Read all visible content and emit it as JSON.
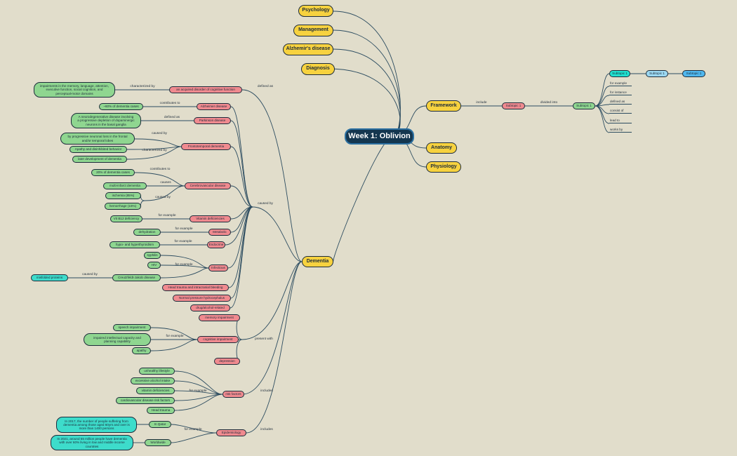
{
  "root": {
    "label": "Week 1: Oblivion"
  },
  "branches": {
    "psychology": "Psychology",
    "management": "Management",
    "alzheimers": "Alzhemir's disease",
    "diagnosis": "Diagnosis",
    "framework": "Framework",
    "anatomy": "Anatomy",
    "physiology": "Physiology",
    "dementia": "Dementia"
  },
  "framework": {
    "link_include": "include",
    "subtopic_a": "Subtopic 1",
    "link_divided": "divided into",
    "subtopic_b": "Subtopic 1",
    "subtopic_c": "Subtopic 1",
    "subtopic_d": "Subtopic 1",
    "subtopic_e": "Subtopic 1",
    "relations": [
      "for example",
      "for instance",
      "defined as",
      "consist of",
      "lead to",
      "works by"
    ]
  },
  "dementia": {
    "link_defined_as": "defined as",
    "definition": "an acquired disorder of cognitive function",
    "link_characterized_by": "characterized by",
    "impairments": "impairments in the memory, language, attention, executive function, social cognition, and perceptual-motor domains",
    "link_caused_by": "caused by",
    "causes": {
      "alzheimer": "Alzheimer disease",
      "alz_link": "contributes to",
      "alz_pct": "~60% of dementia cases",
      "parkinson": "Parkinson disease",
      "park_link": "defined as",
      "park_def": "A neurodegenerative disease involving a progressive depletion of dopaminergic neurons in the basal ganglia",
      "frontotemporal": "Frontotemporal dementia",
      "ft_link_caused": "caused by",
      "ft_cause": "by progressive neuronal loss in the frontal and/or temporal lobes",
      "ft_link_char": "characterized by",
      "ft_apathy": "Apathy and disinhibited behavior",
      "ft_late": "later development of dementia",
      "cerebrovascular": "Cerebrovascular disease",
      "cv_link_contrib": "contributes to",
      "cv_pct": "20% of dementia cases",
      "cv_link_causes": "causes",
      "cv_multi": "multi-infarct dementia",
      "cv_link_caused": "caused by",
      "cv_ischemia": "ischemia (85%)",
      "cv_hemorrhage": "hemorrhage (15%)",
      "vitamin": "Vitamin deficiencies",
      "vit_link": "for example",
      "vit_b12": "Vit B12 deficiency",
      "metabolic": "Metabolic",
      "met_link": "for example",
      "met_dehyd": "dehydration",
      "endocrine": "Endocrine",
      "end_link": "for example",
      "end_thyroid": "hypo- and hyperthyroidism",
      "infectious": "Infectious",
      "inf_link": "for example",
      "inf_syphilis": "syphilis",
      "inf_hiv": "HIV",
      "inf_cjd": "Creutzfeldt-Jakob disease",
      "cjd_link": "caused by",
      "cjd_prions": "misfolded proteins",
      "head_trauma": "Head trauma and intracranial bleeding",
      "nph": "Normal pressure hydrocephalus",
      "drug": "drug/alcohol-related"
    },
    "link_present_with": "present with",
    "present": {
      "memory": "memory impairment",
      "cognitive": "cognitive impairment",
      "cog_link": "for example",
      "speech": "speech impairment",
      "intellect": "impaired intellectual capacity and planning capability",
      "apathy": "apathy",
      "depression": "depression"
    },
    "link_includes_risk": "includes",
    "risk": {
      "label": "risk factors",
      "link": "for example",
      "items": [
        "unhealthy lifestyle",
        "excessive alcohol intake",
        "vitamin deficiencies",
        "cardiovascular disease risk factors",
        "Head trauma"
      ]
    },
    "link_includes_epi": "includes",
    "epi": {
      "label": "Epidemiology",
      "link": "for example",
      "qatar": "In Qatar",
      "qatar_text": "In 2017, the number of people suffering from dementia among those aged 60yrs and over is more than 1400 persons",
      "world": "Worldwide",
      "world_text": "In 2021, around 55 million people have dementia with over 60% living in low and middle income countries"
    }
  }
}
